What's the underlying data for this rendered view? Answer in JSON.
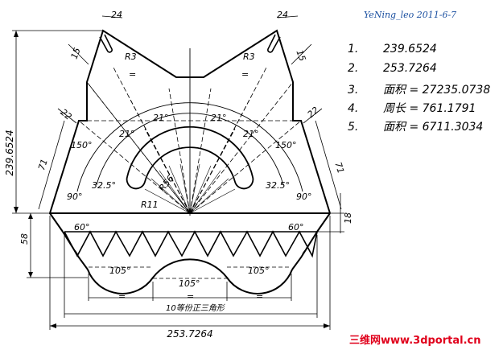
{
  "author": "YeNing_leo 2011-6-7",
  "results": [
    {
      "num": "1.",
      "text": "239.6524"
    },
    {
      "num": "2.",
      "text": "253.7264"
    },
    {
      "num": "3.",
      "text": "面积 = 27235.0738"
    },
    {
      "num": "4.",
      "text": "周长 = 761.1791"
    },
    {
      "num": "5.",
      "text": "面积 = 6711.3034"
    }
  ],
  "dimensions": {
    "slot_width_left": "24",
    "slot_width_right": "24",
    "slot_depth_left": "15",
    "slot_depth_right": "15",
    "radius_left": "R3",
    "radius_right": "R3",
    "height_total": "239.6524",
    "chamfer_left": "22",
    "chamfer_right": "22",
    "angle_150_left": "150°",
    "angle_150_right": "150°",
    "side_left": "71",
    "side_right": "71",
    "angle_90_left": "90°",
    "angle_90_right": "90°",
    "angle_21": "21°",
    "angle_32": "32.5°",
    "arc_r56": "R56",
    "arc_r11": "R11",
    "angle_60": "60°",
    "band_18": "18",
    "lower_58": "58",
    "arc_105": "105°",
    "equal": "=",
    "triangles_note": "10等份正三角形",
    "width_total": "253.7264"
  },
  "watermark": {
    "part1": "三维网",
    "part2": "www.3dportal.cn"
  }
}
